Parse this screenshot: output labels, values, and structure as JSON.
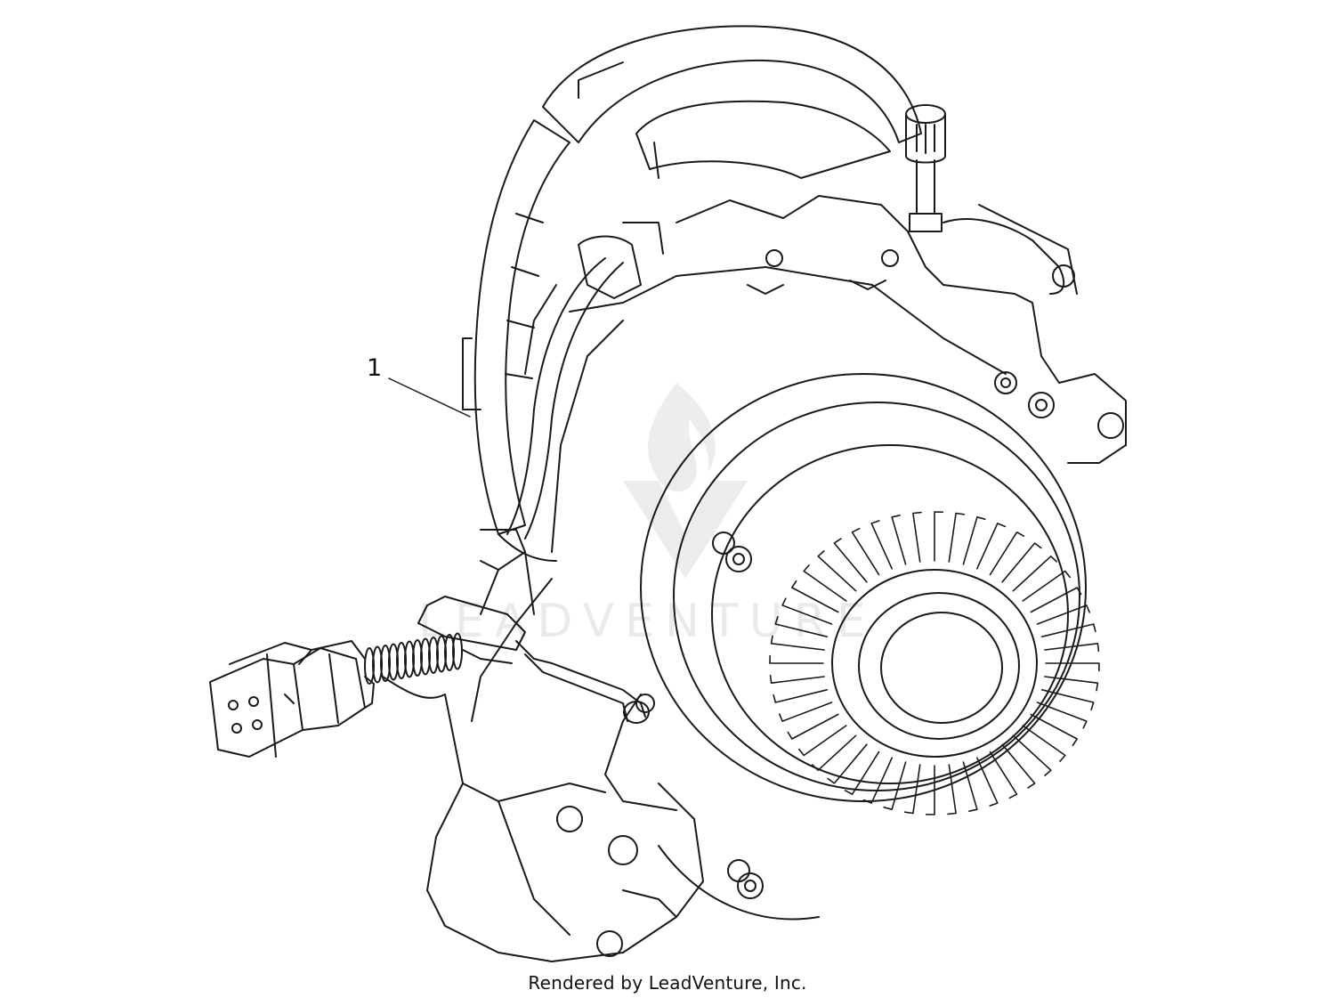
{
  "diagram": {
    "callouts": [
      {
        "number": "1"
      }
    ],
    "watermark_text": "LEADVENTURE",
    "footer_text": "Rendered by LeadVenture, Inc.",
    "colors": {
      "line": "#1a1a1a",
      "background": "#ffffff",
      "watermark": "#cfcfcf"
    },
    "icons": {
      "watermark_logo": "flame-v-logo"
    }
  }
}
